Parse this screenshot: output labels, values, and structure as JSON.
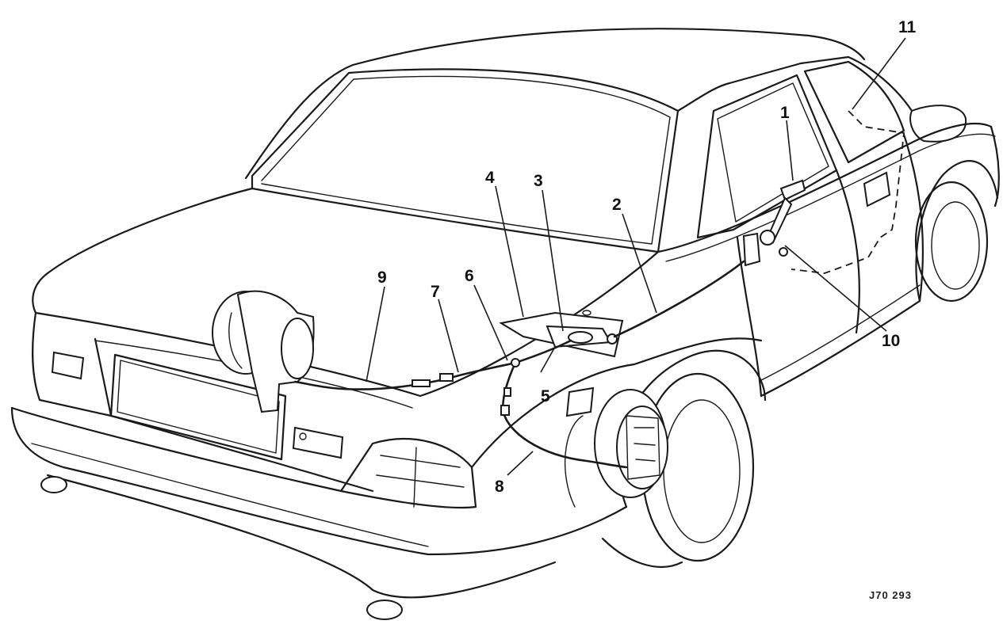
{
  "callouts": {
    "c1": "1",
    "c2": "2",
    "c3": "3",
    "c4": "4",
    "c5": "5",
    "c6": "6",
    "c7": "7",
    "c8": "8",
    "c9": "9",
    "c10": "10",
    "c11": "11"
  },
  "figure_ref": "J70  293"
}
